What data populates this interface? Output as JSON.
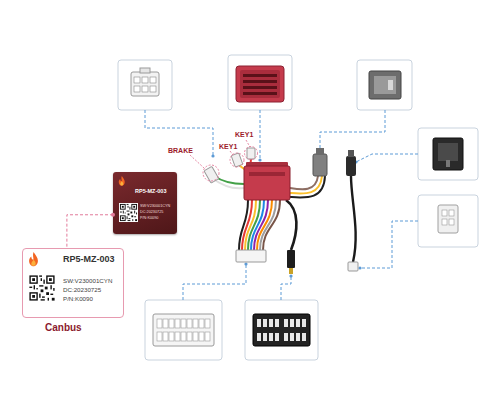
{
  "diagram": {
    "nodes": [
      {
        "text": [
          "RP5-MZ-003",
          "SW:V230001CYN",
          "DC:20230725",
          "P/N:K0090"
        ]
      },
      {
        "text": [
          "RP5-MZ-003",
          "SW:V230001CYN",
          "DC:20230725",
          "P/N:K0090",
          "Canbus"
        ]
      }
    ],
    "edges": [
      {
        "from": 0,
        "to": 1,
        "arrow": "none"
      }
    ],
    "labels": [
      "BRAKE",
      "KEY1",
      "KEY1"
    ]
  }
}
